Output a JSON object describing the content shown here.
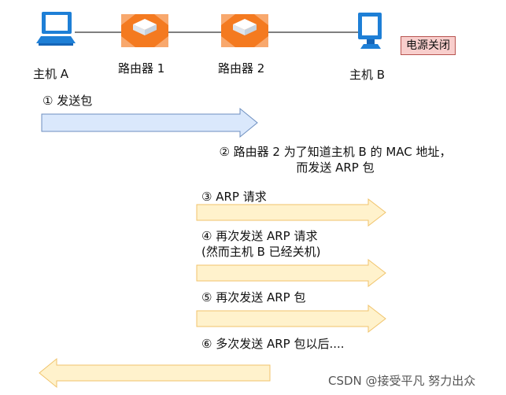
{
  "nodes": {
    "host_a": {
      "label": "主机 A"
    },
    "router_1": {
      "label": "路由器 1"
    },
    "router_2": {
      "label": "路由器 2"
    },
    "host_b": {
      "label": "主机 B"
    }
  },
  "status_badge": {
    "text": "电源关闭"
  },
  "steps": [
    {
      "text": "① 发送包"
    },
    {
      "lines": [
        "② 路由器 2 为了知道主机 B 的 MAC 地址，",
        "而发送 ARP 包"
      ]
    },
    {
      "text": "③ ARP 请求"
    },
    {
      "lines": [
        "④ 再次发送 ARP 请求",
        "(然而主机 B 已经关机)"
      ]
    },
    {
      "text": "⑤ 再次发送 ARP 包"
    },
    {
      "text": "⑥ 多次发送 ARP 包以后...."
    }
  ],
  "watermark": "CSDN @接受平凡 努力出众",
  "colors": {
    "blue_arrow_fill": "#dae8fc",
    "blue_arrow_stroke": "#6c8ebf",
    "yellow_arrow_fill": "#fff2cc",
    "yellow_arrow_stroke": "#f0c36b",
    "router_orange": "#f47a20",
    "host_blue": "#1e7fd6",
    "badge_fill": "#f8cecc",
    "badge_stroke": "#b85450"
  }
}
